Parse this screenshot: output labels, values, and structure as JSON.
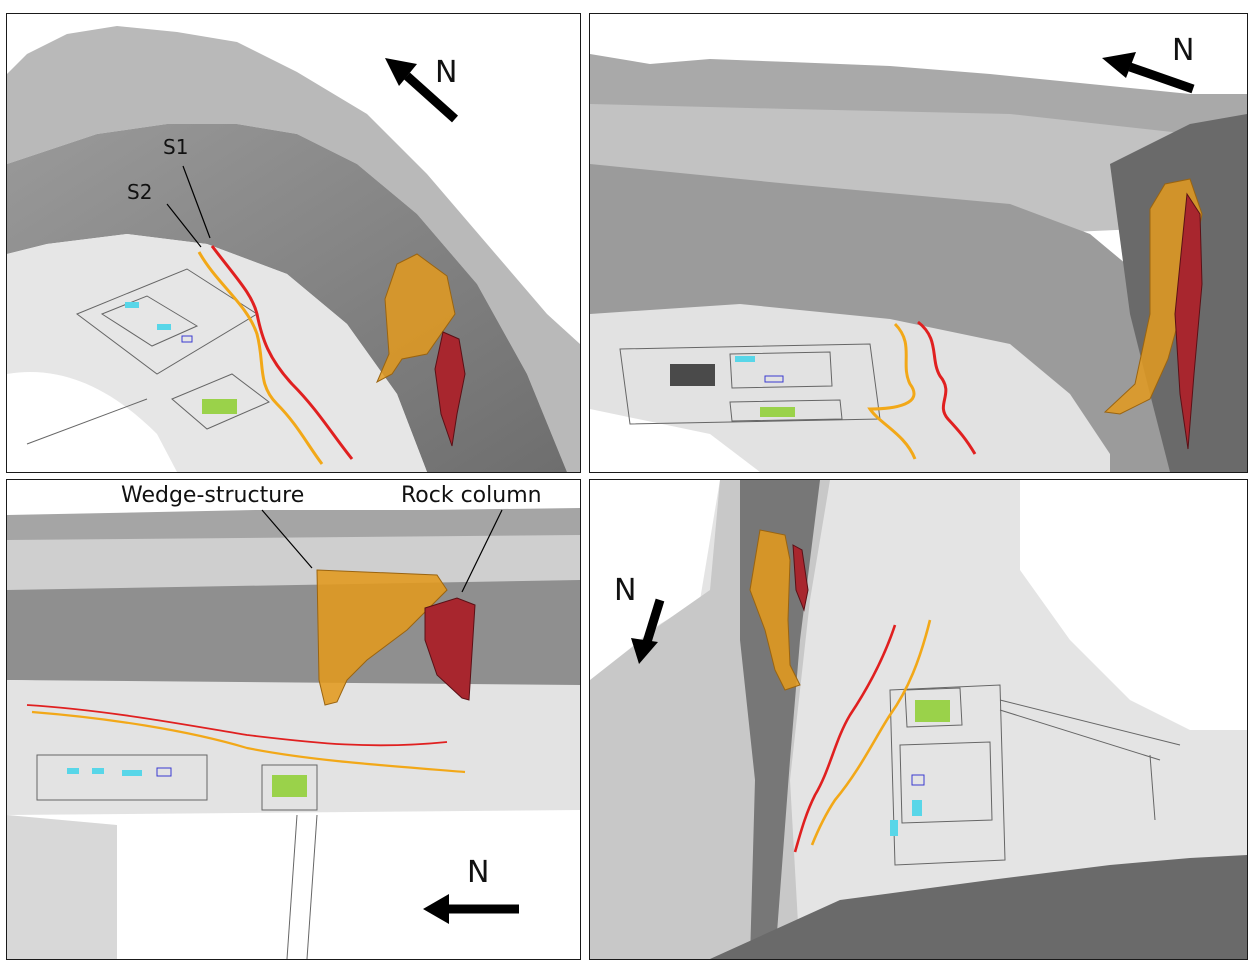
{
  "panel_tl": {
    "north": "N",
    "s1": "S1",
    "s2": "S2"
  },
  "panel_tr": {
    "north": "N"
  },
  "panel_bl": {
    "north": "N",
    "wedge_label": "Wedge-structure",
    "rock_label": "Rock column"
  },
  "panel_br": {
    "north": "N"
  },
  "colors": {
    "trace_s1": "#e02020",
    "trace_s2": "#f2a818",
    "wedge": "#e39a1e",
    "rock_column": "#a8262e",
    "terrain_light": "#e9e9e9",
    "terrain_mid": "#a9a9a9",
    "terrain_dark": "#6a6a6a"
  }
}
